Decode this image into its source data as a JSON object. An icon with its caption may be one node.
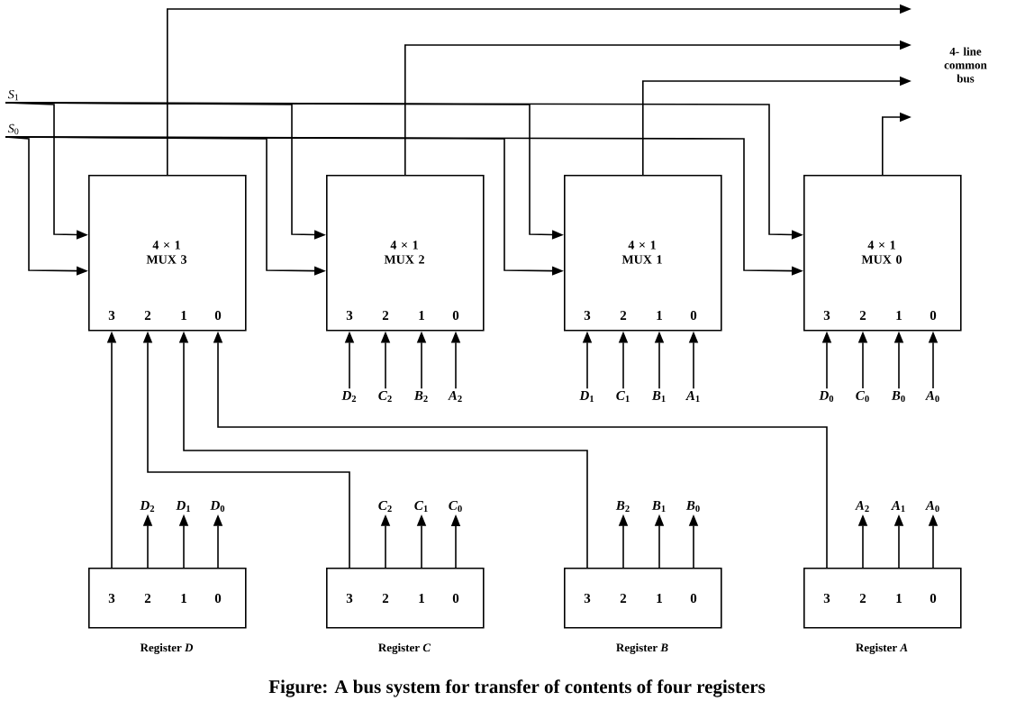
{
  "diagram": {
    "caption": "Figure: A bus system for transfer of contents of four registers",
    "nodes": [
      {
        "text": [
          "*S*$_{1}$"
        ]
      },
      {
        "text": [
          "*S*$_{0}$"
        ]
      },
      {
        "text": [
          "4 × 1 MUX 3",
          "3",
          "2",
          "1",
          "0"
        ]
      },
      {
        "text": [
          "4 × 1 MUX 2",
          "3",
          "2",
          "1",
          "0"
        ]
      },
      {
        "text": [
          "4 × 1 MUX 1",
          "3",
          "2",
          "1",
          "0"
        ]
      },
      {
        "text": [
          "4 × 1 MUX 0",
          "3",
          "2",
          "1",
          "0"
        ]
      },
      {
        "text": [
          "*D*$_{2}$"
        ]
      },
      {
        "text": [
          "*C*$_{2}$"
        ]
      },
      {
        "text": [
          "*B*$_{2}$"
        ]
      },
      {
        "text": [
          "*A*$_{2}$"
        ]
      },
      {
        "text": [
          "*D*$_{1}$"
        ]
      },
      {
        "text": [
          "*C*$_{1}$"
        ]
      },
      {
        "text": [
          "*B*$_{1}$"
        ]
      },
      {
        "text": [
          "*A*$_{1}$"
        ]
      },
      {
        "text": [
          "*D*$_{0}$"
        ]
      },
      {
        "text": [
          "*C*$_{0}$"
        ]
      },
      {
        "text": [
          "*B*$_{0}$"
        ]
      },
      {
        "text": [
          "*A*$_{0}$"
        ]
      },
      {
        "text": [
          "*D*$_{2}$"
        ]
      },
      {
        "text": [
          "*D*$_{1}$"
        ]
      },
      {
        "text": [
          "*D*$_{0}$"
        ]
      },
      {
        "text": [
          "*C*$_{2}$"
        ]
      },
      {
        "text": [
          "*C*$_{1}$"
        ]
      },
      {
        "text": [
          "*C*$_{0}$"
        ]
      },
      {
        "text": [
          "*B*$_{2}$"
        ]
      },
      {
        "text": [
          "*B*$_{1}$"
        ]
      },
      {
        "text": [
          "*B*$_{0}$"
        ]
      },
      {
        "text": [
          "*A*$_{2}$"
        ]
      },
      {
        "text": [
          "*A*$_{1}$"
        ]
      },
      {
        "text": [
          "*A*$_{0}$"
        ]
      },
      {
        "text": [
          "3",
          "2",
          "1",
          "0"
        ],
        "beside": [
          "Register *D*"
        ]
      },
      {
        "text": [
          "3",
          "2",
          "1",
          "0"
        ],
        "beside": [
          "Register *C*"
        ]
      },
      {
        "text": [
          "3",
          "2",
          "1",
          "0"
        ],
        "beside": [
          "Register *B*"
        ]
      },
      {
        "text": [
          "3",
          "2",
          "1",
          "0"
        ],
        "beside": [
          "Register *A*"
        ]
      }
    ],
    "edges": [
      {
        "from": 0,
        "to": 2,
        "arrow": "to"
      },
      {
        "from": 0,
        "to": 3,
        "arrow": "to"
      },
      {
        "from": 0,
        "to": 4,
        "arrow": "to"
      },
      {
        "from": 0,
        "to": 5,
        "arrow": "to"
      },
      {
        "from": 1,
        "to": 2,
        "arrow": "to"
      },
      {
        "from": 1,
        "to": 3,
        "arrow": "to"
      },
      {
        "from": 1,
        "to": 4,
        "arrow": "to"
      },
      {
        "from": 1,
        "to": 5,
        "arrow": "to"
      },
      {
        "from": 2,
        "to": null,
        "arrow": "to"
      },
      {
        "from": 3,
        "to": null,
        "arrow": "to"
      },
      {
        "from": 4,
        "to": null,
        "arrow": "to"
      },
      {
        "from": 5,
        "to": null,
        "arrow": "to"
      },
      {
        "from": 30,
        "to": 2,
        "arrow": "to"
      },
      {
        "from": 31,
        "to": 2,
        "arrow": "to"
      },
      {
        "from": 32,
        "to": 2,
        "arrow": "to"
      },
      {
        "from": 33,
        "to": 2,
        "arrow": "to"
      },
      {
        "from": 6,
        "to": 3,
        "arrow": "to"
      },
      {
        "from": 7,
        "to": 3,
        "arrow": "to"
      },
      {
        "from": 8,
        "to": 3,
        "arrow": "to"
      },
      {
        "from": 9,
        "to": 3,
        "arrow": "to"
      },
      {
        "from": 10,
        "to": 4,
        "arrow": "to"
      },
      {
        "from": 11,
        "to": 4,
        "arrow": "to"
      },
      {
        "from": 12,
        "to": 4,
        "arrow": "to"
      },
      {
        "from": 13,
        "to": 4,
        "arrow": "to"
      },
      {
        "from": 14,
        "to": 5,
        "arrow": "to"
      },
      {
        "from": 15,
        "to": 5,
        "arrow": "to"
      },
      {
        "from": 16,
        "to": 5,
        "arrow": "to"
      },
      {
        "from": 17,
        "to": 5,
        "arrow": "to"
      },
      {
        "from": 30,
        "to": 18,
        "arrow": "to"
      },
      {
        "from": 30,
        "to": 19,
        "arrow": "to"
      },
      {
        "from": 30,
        "to": 20,
        "arrow": "to"
      },
      {
        "from": 31,
        "to": 21,
        "arrow": "to"
      },
      {
        "from": 31,
        "to": 22,
        "arrow": "to"
      },
      {
        "from": 31,
        "to": 23,
        "arrow": "to"
      },
      {
        "from": 32,
        "to": 24,
        "arrow": "to"
      },
      {
        "from": 32,
        "to": 25,
        "arrow": "to"
      },
      {
        "from": 32,
        "to": 26,
        "arrow": "to"
      },
      {
        "from": 33,
        "to": 27,
        "arrow": "to"
      },
      {
        "from": 33,
        "to": 28,
        "arrow": "to"
      },
      {
        "from": 33,
        "to": 29,
        "arrow": "to"
      }
    ],
    "labels": [
      "4- line common bus"
    ]
  }
}
